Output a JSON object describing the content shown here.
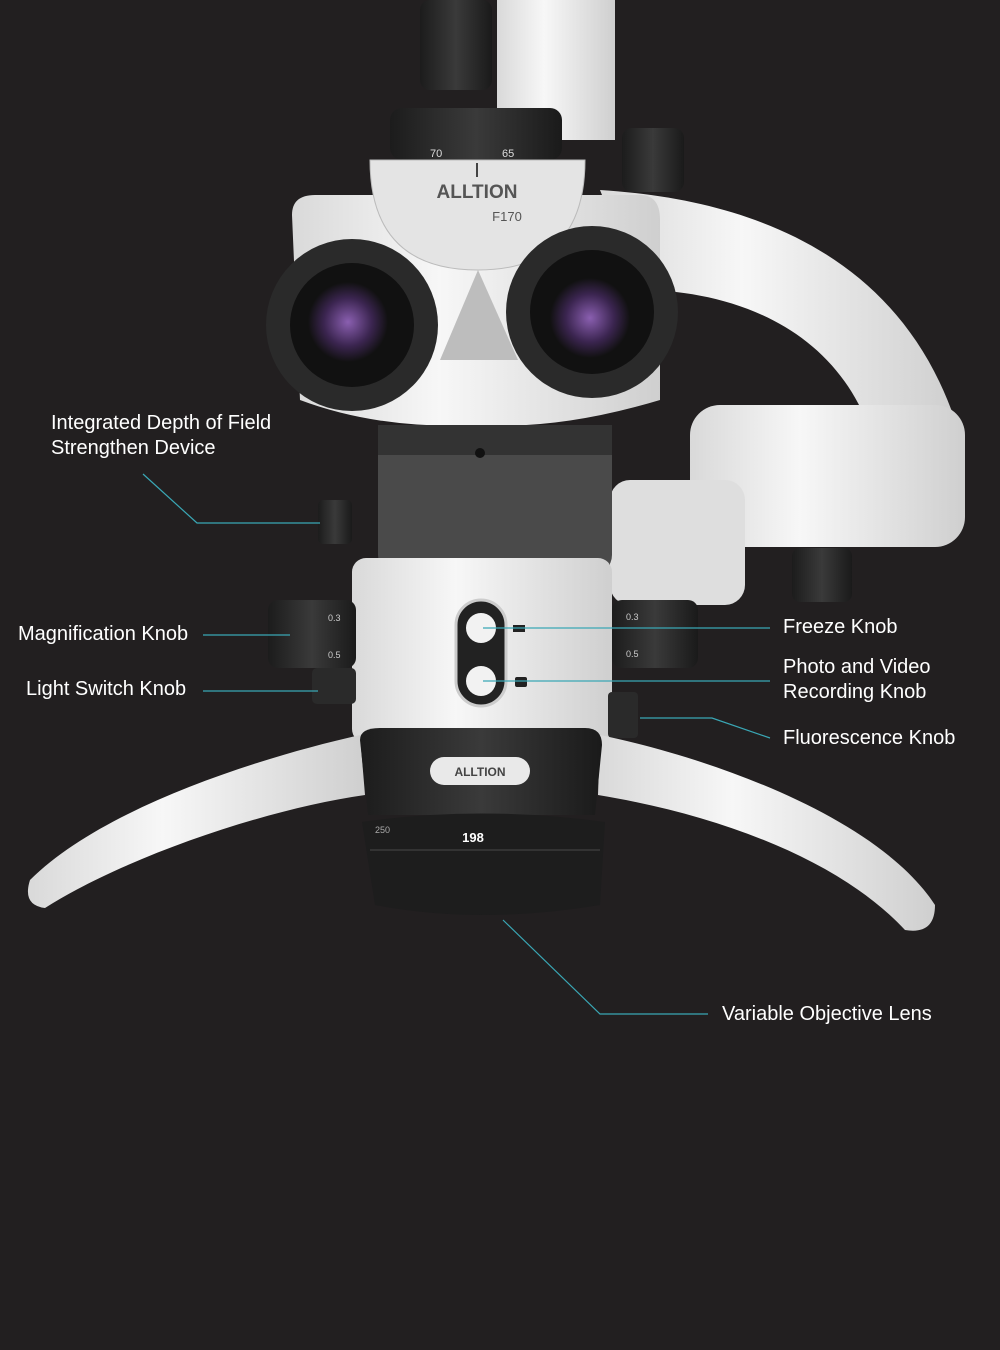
{
  "product": {
    "brand": "ALLTION",
    "model": "F170",
    "dial_marks": [
      "70",
      "65"
    ],
    "knob_scale": [
      "0.3",
      "0.5"
    ],
    "objective_marks": [
      "250",
      "198"
    ]
  },
  "callouts": [
    {
      "id": "depth-of-field",
      "lines": [
        "Integrated Depth of Field",
        "Strengthen Device"
      ]
    },
    {
      "id": "magnification",
      "lines": [
        "Magnification Knob"
      ]
    },
    {
      "id": "light-switch",
      "lines": [
        "Light Switch Knob"
      ]
    },
    {
      "id": "freeze",
      "lines": [
        "Freeze Knob"
      ]
    },
    {
      "id": "photo-video",
      "lines": [
        "Photo and Video",
        "Recording Knob"
      ]
    },
    {
      "id": "fluorescence",
      "lines": [
        "Fluorescence Knob"
      ]
    },
    {
      "id": "objective",
      "lines": [
        "Variable Objective Lens"
      ]
    }
  ],
  "colors": {
    "background": "#221f20",
    "leader": "#3aa7b5",
    "body": "#eeeeee",
    "dark": "#2b2b2b"
  }
}
